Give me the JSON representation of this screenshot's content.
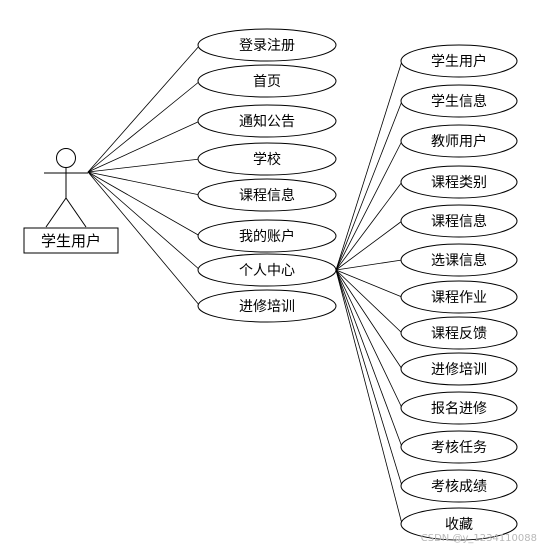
{
  "actor": {
    "label": "学生用户"
  },
  "primary_use_cases": [
    {
      "label": "登录注册"
    },
    {
      "label": "首页"
    },
    {
      "label": "通知公告"
    },
    {
      "label": "学校"
    },
    {
      "label": "课程信息"
    },
    {
      "label": "我的账户"
    },
    {
      "label": "个人中心"
    },
    {
      "label": "进修培训"
    }
  ],
  "personal_center_use_cases": [
    {
      "label": "学生用户"
    },
    {
      "label": "学生信息"
    },
    {
      "label": "教师用户"
    },
    {
      "label": "课程类别"
    },
    {
      "label": "课程信息"
    },
    {
      "label": "选课信息"
    },
    {
      "label": "课程作业"
    },
    {
      "label": "课程反馈"
    },
    {
      "label": "进修培训"
    },
    {
      "label": "报名进修"
    },
    {
      "label": "考核任务"
    },
    {
      "label": "考核成绩"
    },
    {
      "label": "收藏"
    }
  ],
  "watermark": "CSDN @y_1234110088"
}
